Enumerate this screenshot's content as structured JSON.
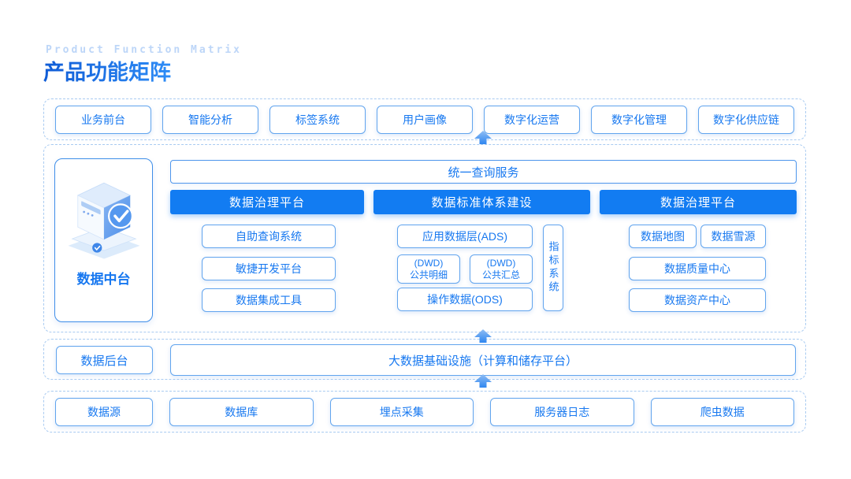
{
  "header": {
    "subtitle": "Product Function Matrix",
    "title": "产品功能矩阵"
  },
  "colors": {
    "accent_blue": "#127CF2",
    "text_blue": "#1778F0",
    "box_border_blue": "#61A4EE",
    "dashed_border_blue": "#A9CBF1",
    "title_blue": "#1464DE",
    "subtitle_blue": "#BDD6F8"
  },
  "front_row": {
    "items": [
      "业务前台",
      "智能分析",
      "标签系统",
      "用户画像",
      "数字化运营",
      "数字化管理",
      "数字化供应链"
    ]
  },
  "middle": {
    "left_card": {
      "label": "数据中台",
      "icon": "data-platform-cube-icon"
    },
    "unified_bar": "统一查询服务",
    "columns": [
      {
        "header": "数据治理平台",
        "items": [
          "自助查询系统",
          "敏捷开发平台",
          "数据集成工具"
        ]
      },
      {
        "header": "数据标准体系建设",
        "ads": "应用数据层(ADS)",
        "dwd_detail": {
          "line1": "(DWD)",
          "line2": "公共明细"
        },
        "dwd_summary": {
          "line1": "(DWD)",
          "line2": "公共汇总"
        },
        "ods": "操作数据(ODS)",
        "vertical_label": "指标系统"
      },
      {
        "header": "数据治理平台",
        "items": [
          "数据地图",
          "数据雪源",
          "数据质量中心",
          "数据资产中心"
        ]
      }
    ]
  },
  "backend": {
    "label": "数据后台",
    "bar": "大数据基础设施（计算和储存平台）"
  },
  "source_row": {
    "items": [
      "数据源",
      "数据库",
      "埋点采集",
      "服务器日志",
      "爬虫数据"
    ]
  },
  "icons": {
    "up_arrow": "up-arrow-icon",
    "cube": "data-platform-cube-icon"
  }
}
